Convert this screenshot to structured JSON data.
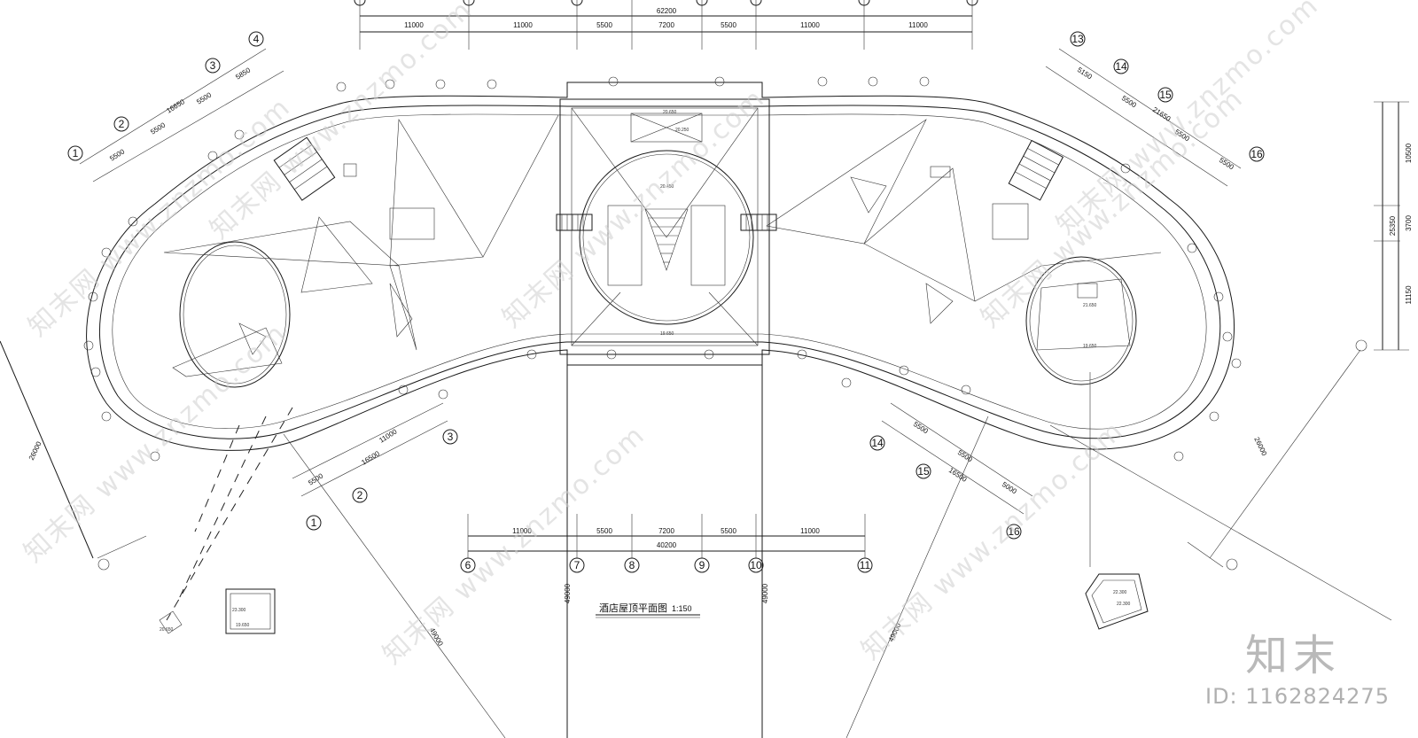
{
  "drawing": {
    "title": "酒店屋顶平面图",
    "scale": "1:150",
    "top_dims": {
      "overall": "62200",
      "segments": [
        "11000",
        "11000",
        "5500",
        "7200",
        "5500",
        "11000",
        "11000"
      ]
    },
    "bottom_dims": {
      "overall": "40200",
      "segments": [
        "11000",
        "5500",
        "7200",
        "5500",
        "11000"
      ]
    },
    "bottom_axes": [
      "6",
      "7",
      "8",
      "9",
      "10",
      "11"
    ],
    "left_wing_axes": [
      "1",
      "2",
      "3",
      "4"
    ],
    "left_wing_dims": [
      "5500",
      "5500",
      "5500",
      "5850",
      "16650"
    ],
    "right_wing_axes": [
      "13",
      "14",
      "15",
      "16"
    ],
    "right_wing_dims": [
      "5150",
      "5500",
      "5500",
      "5500",
      "21650"
    ],
    "left_lower_axes": [
      "1",
      "2",
      "3"
    ],
    "left_lower_dims": [
      "5500",
      "16500",
      "11000"
    ],
    "right_lower_axes": [
      "14",
      "15",
      "16"
    ],
    "right_lower_dims": [
      "5500",
      "5500",
      "16500",
      "5000"
    ],
    "right_side_dims": [
      "10500",
      "3700",
      "11150",
      "25350"
    ],
    "radial_dims": [
      "26000",
      "26000",
      "49000",
      "49000",
      "49000",
      "49000"
    ],
    "elevations": [
      "19.650",
      "20.250",
      "20.450",
      "20.650",
      "22.300",
      "21.650",
      "19.650",
      "23.300",
      "22.300",
      "20.650"
    ]
  },
  "watermark": {
    "logo": "知末",
    "id": "ID: 1162824275",
    "site": "知末网 www.znzmo.com"
  }
}
